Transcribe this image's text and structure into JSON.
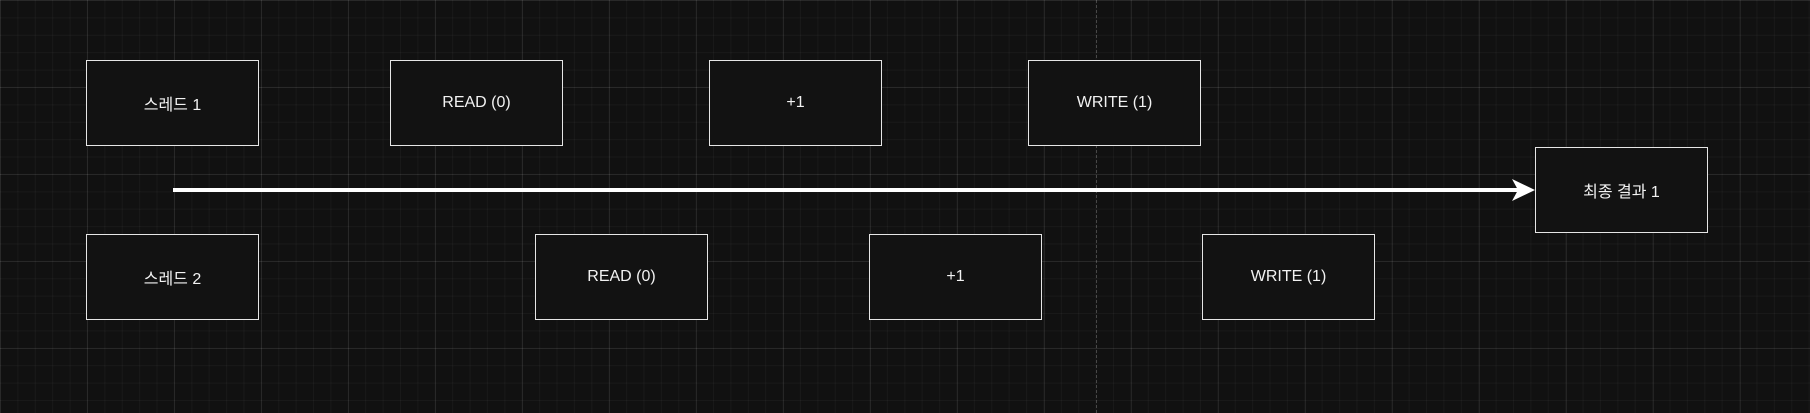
{
  "diagram": {
    "thread1": {
      "label": "스레드 1",
      "steps": [
        "READ (0)",
        "+1",
        "WRITE (1)"
      ]
    },
    "thread2": {
      "label": "스레드 2",
      "steps": [
        "READ (0)",
        "+1",
        "WRITE (1)"
      ]
    },
    "result": "최종 결과 1",
    "colors": {
      "background": "#111111",
      "stroke": "#e6e6e6",
      "text": "#f2f2f2",
      "arrow": "#ffffff"
    }
  }
}
